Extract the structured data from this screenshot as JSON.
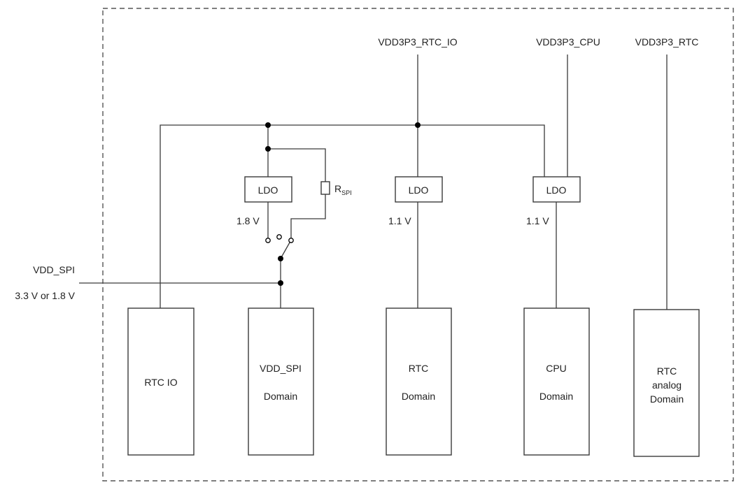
{
  "diagram": {
    "supplies": [
      {
        "id": "vdd3p3-rtc-io",
        "label": "VDD3P3_RTC_IO"
      },
      {
        "id": "vdd3p3-cpu",
        "label": "VDD3P3_CPU"
      },
      {
        "id": "vdd3p3-rtc",
        "label": "VDD3P3_RTC"
      }
    ],
    "ldos": [
      {
        "id": "ldo-spi",
        "label": "LDO",
        "output": "1.8 V"
      },
      {
        "id": "ldo-rtc",
        "label": "LDO",
        "output": "1.1 V"
      },
      {
        "id": "ldo-cpu",
        "label": "LDO",
        "output": "1.1 V"
      }
    ],
    "resistor": {
      "label": "R",
      "subscript": "SPI"
    },
    "external": {
      "label": "VDD_SPI",
      "voltage": "3.3 V or 1.8 V"
    },
    "domains": [
      {
        "id": "rtc-io",
        "lines": [
          "RTC IO"
        ]
      },
      {
        "id": "vdd-spi-domain",
        "lines": [
          "VDD_SPI",
          "Domain"
        ]
      },
      {
        "id": "rtc-domain",
        "lines": [
          "RTC",
          "Domain"
        ]
      },
      {
        "id": "cpu-domain",
        "lines": [
          "CPU",
          "Domain"
        ]
      },
      {
        "id": "rtc-analog-domain",
        "lines": [
          "RTC",
          "analog",
          "Domain"
        ]
      }
    ]
  }
}
